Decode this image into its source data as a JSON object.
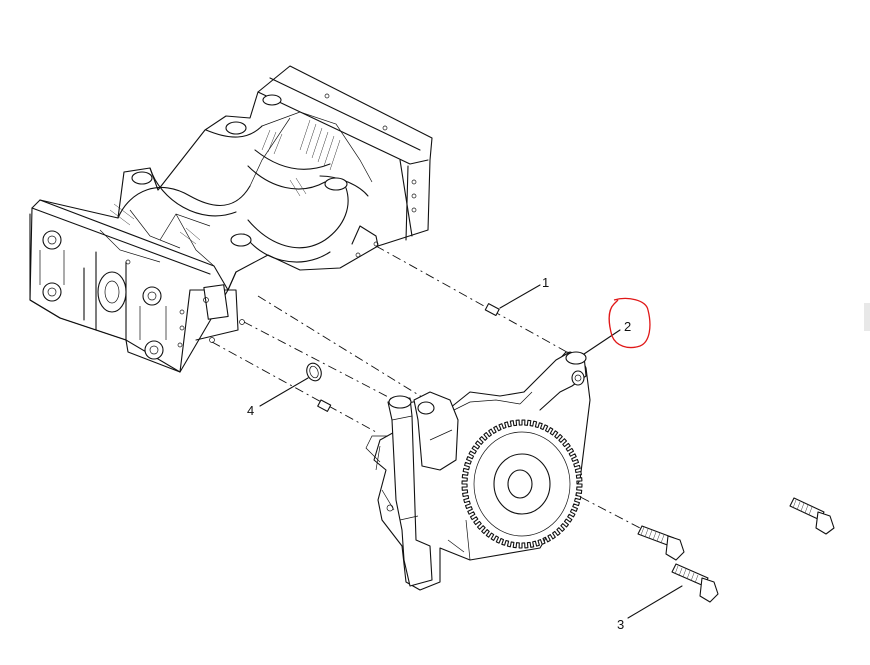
{
  "callouts": [
    {
      "id": "1",
      "label": "1"
    },
    {
      "id": "2",
      "label": "2"
    },
    {
      "id": "3",
      "label": "3"
    },
    {
      "id": "4",
      "label": "4"
    }
  ],
  "colors": {
    "line": "#111111",
    "highlight": "#e01818",
    "background": "#ffffff"
  },
  "icons": {
    "highlight": "red-circle-annotation"
  }
}
